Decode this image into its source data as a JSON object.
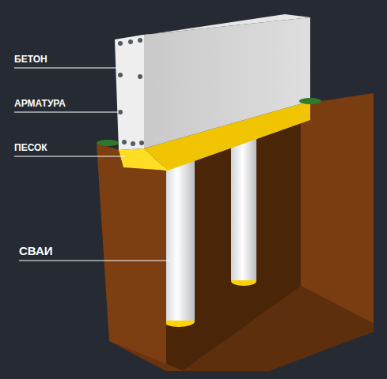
{
  "diagram": {
    "labels": [
      "БЕТОН",
      "АРМАТУРА",
      "ПЕСОК",
      "СВАИ"
    ]
  }
}
